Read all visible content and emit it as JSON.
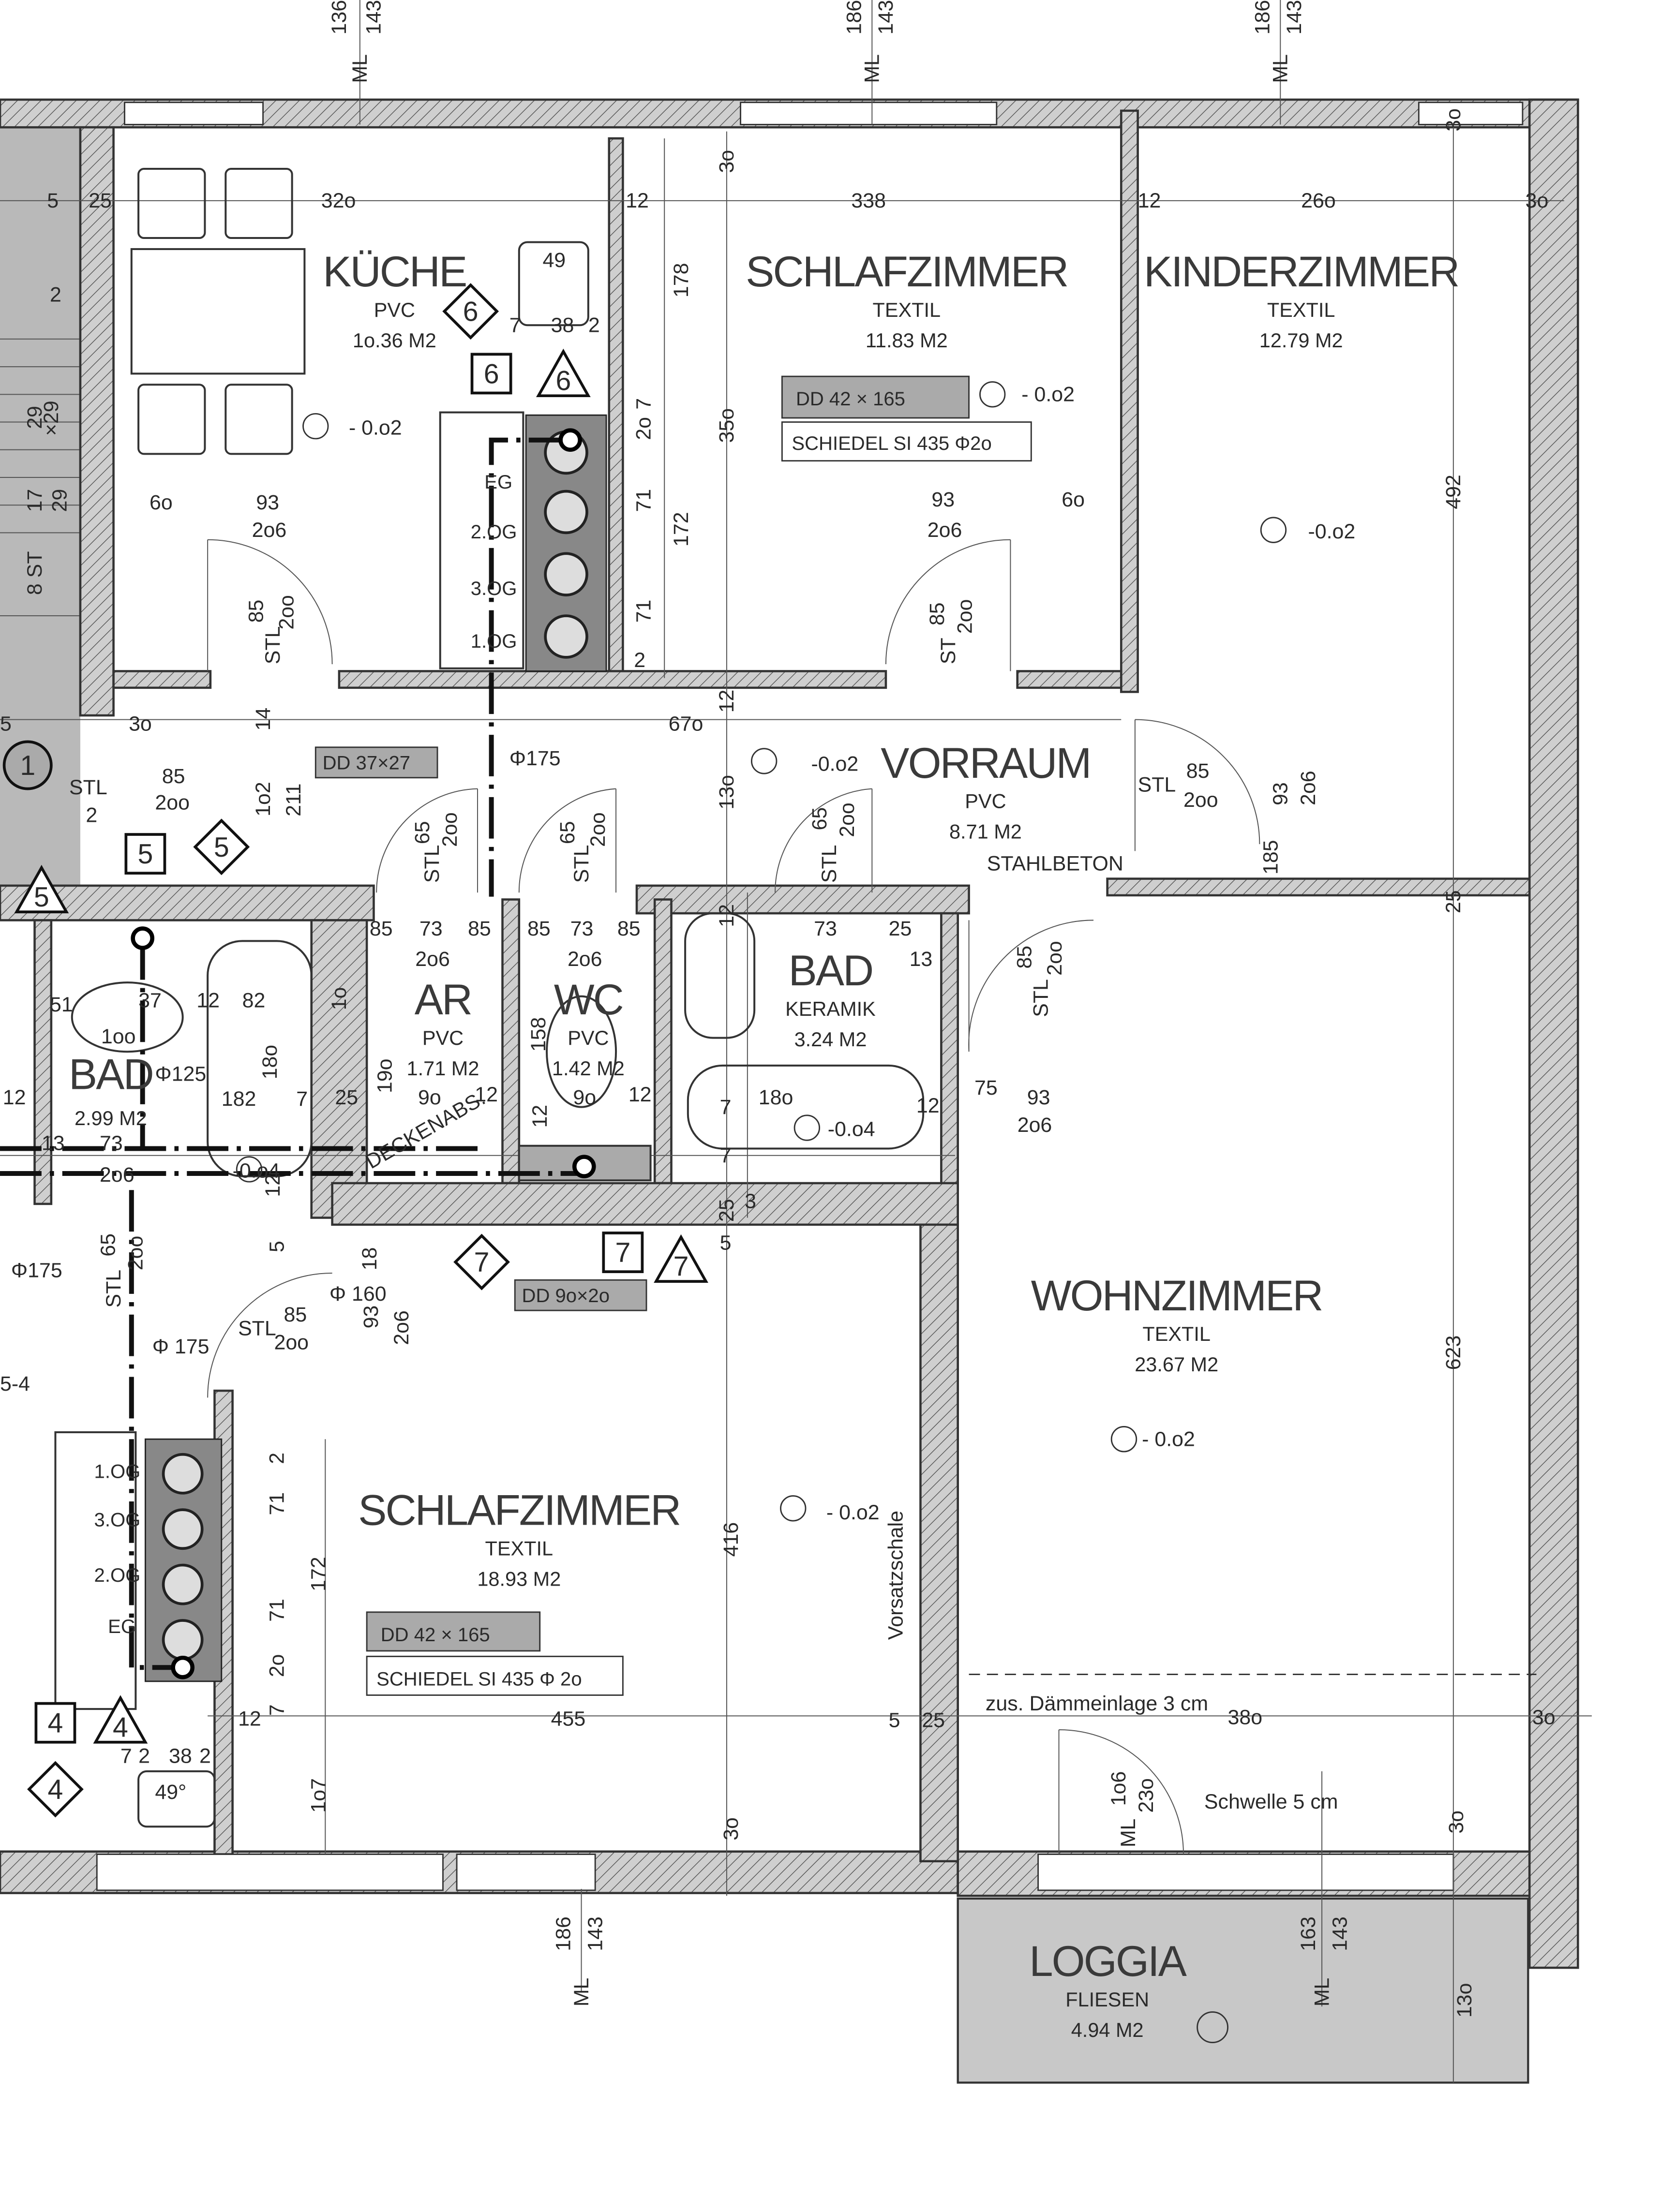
{
  "rooms": [
    {
      "name": "KÜCHE",
      "floor": "PVC",
      "area": "1o.36 M2"
    },
    {
      "name": "SCHLAFZIMMER",
      "floor": "TEXTIL",
      "area": "11.83 M2"
    },
    {
      "name": "KINDERZIMMER",
      "floor": "TEXTIL",
      "area": "12.79 M2"
    },
    {
      "name": "VORRAUM",
      "floor": "PVC",
      "area": "8.71 M2"
    },
    {
      "name": "AR",
      "floor": "PVC",
      "area": "1.71 M2"
    },
    {
      "name": "WC",
      "floor": "PVC",
      "area": "1.42 M2"
    },
    {
      "name": "BAD",
      "floor": "KERAMIK",
      "area": "3.24 M2"
    },
    {
      "name": "BAD",
      "floor": "",
      "area": "2.99 M2"
    },
    {
      "name": "WOHNZIMMER",
      "floor": "TEXTIL",
      "area": "23.67 M2"
    },
    {
      "name": "SCHLAFZIMMER",
      "floor": "TEXTIL",
      "area": "18.93 M2"
    },
    {
      "name": "LOGGIA",
      "floor": "FLIESEN",
      "area": "4.94 M2"
    }
  ],
  "boxes": [
    "DD 42 × 165",
    "SCHIEDEL SI 435 Φ2o",
    "DD 37×27",
    "DD 9o×2o",
    "DD 42 × 165",
    "SCHIEDEL SI 435 Φ 2o"
  ],
  "markers": [
    "6",
    "6",
    "6",
    "5",
    "5",
    "5",
    "7",
    "7",
    "7",
    "4",
    "4",
    "4",
    "1"
  ],
  "floors": [
    "EG",
    "2.OG",
    "3.OG",
    "1.OG",
    "1.OG",
    "3.OG",
    "2.OG",
    "EG"
  ],
  "dims": [
    "ML",
    "136",
    "143",
    "ML",
    "186",
    "143",
    "ML",
    "186",
    "143",
    "186",
    "143",
    "ML",
    "5",
    "25",
    "32o",
    "2",
    "6o",
    "93",
    "2o6",
    "85",
    "2oo",
    "STL",
    "- 0.o2",
    "49",
    "7",
    "38",
    "2",
    "12",
    "338",
    "3o",
    "178",
    "35o",
    "172",
    "71",
    "71",
    "2",
    "2o",
    "7",
    "93",
    "2o6",
    "6o",
    "85",
    "2oo",
    "ST",
    "- 0.o2",
    "12",
    "26o",
    "3o",
    "3o",
    "492",
    "-0.o2",
    "3o",
    "5",
    "67o",
    "12",
    "14",
    "1o2",
    "211",
    "Φ175",
    "-0.o2",
    "13o",
    "STL",
    "85",
    "2oo",
    "93",
    "2o6",
    "185",
    "STAHLBETON",
    "85",
    "2oo",
    "STL",
    "2",
    "65",
    "2oo",
    "STL",
    "65",
    "2oo",
    "STL",
    "65",
    "2oo",
    "STL",
    "85",
    "73",
    "85",
    "2o6",
    "19o",
    "9o",
    "12",
    "25",
    "85",
    "73",
    "85",
    "2o6",
    "158",
    "9o",
    "12",
    "12",
    "12",
    "73",
    "25",
    "13",
    "18o",
    "-0.o4",
    "12",
    "7",
    "7",
    "75",
    "93",
    "2o6",
    "85",
    "2oo",
    "STL",
    "25",
    "3",
    "5",
    "51",
    "37",
    "12",
    "82",
    "1oo",
    "Φ125",
    "18o",
    "182",
    "7",
    "12",
    "13",
    "73",
    "2o6",
    "-0.o4",
    "12",
    "1o",
    "Φ175",
    "65",
    "2oo",
    "STL",
    "Φ 175",
    "STL",
    "85",
    "2oo",
    "Φ 160",
    "93",
    "2o6",
    "18",
    "DECKENABS.",
    "5",
    "5-4",
    "2",
    "71",
    "172",
    "71",
    "2o",
    "7",
    "12",
    "455",
    "1o7",
    "3o",
    "416",
    "- 0.o2",
    "Vorsatzschale",
    "5",
    "25",
    "7",
    "2",
    "38",
    "2",
    "49°",
    "623",
    "- 0.o2",
    "zus. Dämmeinlage  3 cm",
    "38o",
    "3o",
    "1o6",
    "23o",
    "ML",
    "Schwelle 5 cm",
    "3o",
    "25",
    "163",
    "143",
    "ML",
    "13o",
    "29",
    "17",
    "29",
    "×29",
    "8 ST"
  ]
}
